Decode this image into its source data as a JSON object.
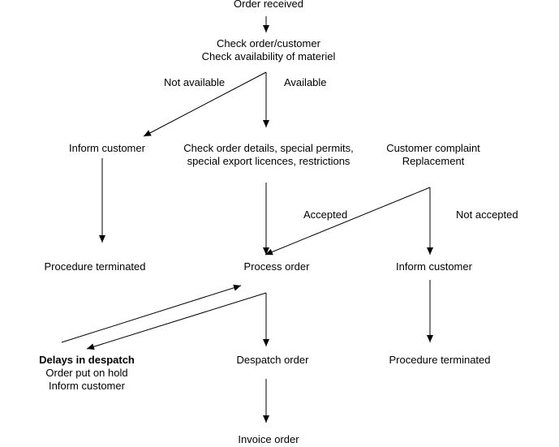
{
  "nodes": {
    "order_received": [
      "Order received"
    ],
    "check_order": [
      "Check order/customer",
      "Check availability of materiel"
    ],
    "inform_customer_left": [
      "Inform customer"
    ],
    "check_details": [
      "Check order details, special permits,",
      "special export licences, restrictions"
    ],
    "customer_complaint": [
      "Customer complaint",
      "Replacement"
    ],
    "procedure_terminated_left": [
      "Procedure terminated"
    ],
    "process_order": [
      "Process order"
    ],
    "inform_customer_right": [
      "Inform customer"
    ],
    "delays": [
      "Delays in despatch",
      "Order put on hold",
      "Inform customer"
    ],
    "despatch_order": [
      "Despatch order"
    ],
    "procedure_terminated_right": [
      "Procedure terminated"
    ],
    "invoice_order": [
      "Invoice order"
    ]
  },
  "edge_labels": {
    "not_available": "Not available",
    "available": "Available",
    "accepted": "Accepted",
    "not_accepted": "Not accepted"
  }
}
